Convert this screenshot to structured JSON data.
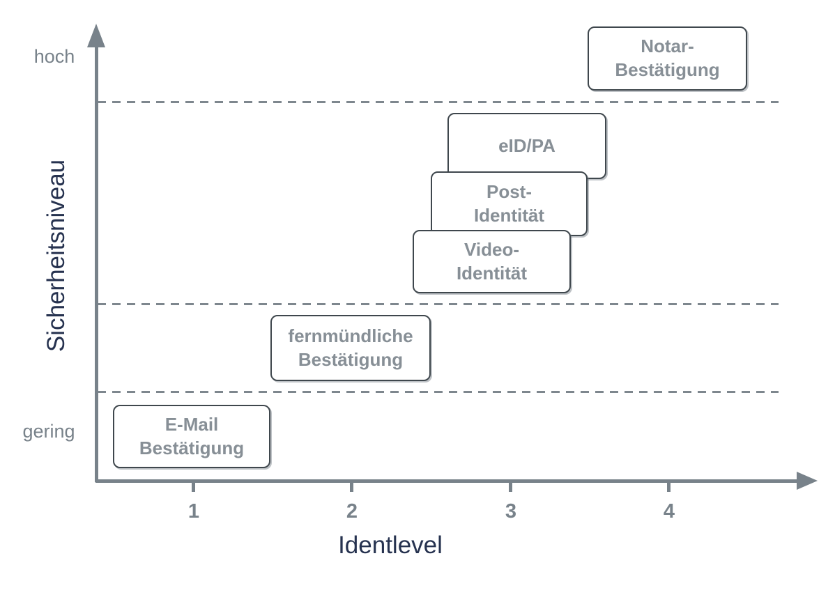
{
  "chart_data": {
    "type": "scatter",
    "title": "",
    "xlabel": "Identlevel",
    "ylabel": "Sicherheitsniveau",
    "x_ticks": [
      "1",
      "2",
      "3",
      "4"
    ],
    "y_qualitative_labels": {
      "high": "hoch",
      "low": "gering"
    },
    "x_range_shown": [
      0.4,
      4.7
    ],
    "security_bands_count": 4,
    "band_dividers_y_between_bands": [
      [
        1,
        2
      ],
      [
        2,
        3
      ],
      [
        3,
        4
      ]
    ],
    "methods": [
      {
        "label": "E-Mail\nBestätigung",
        "identlevel": 1.0,
        "security_band": 1
      },
      {
        "label": "fernmündliche\nBestätigung",
        "identlevel": 2.0,
        "security_band": 2
      },
      {
        "label": "Video-\nIdentität",
        "identlevel": 2.9,
        "security_band": 3
      },
      {
        "label": "Post-\nIdentität",
        "identlevel": 3.0,
        "security_band": 3
      },
      {
        "label": "eID/PA",
        "identlevel": 3.1,
        "security_band": 3
      },
      {
        "label": "Notar-\nBestätigung",
        "identlevel": 4.0,
        "security_band": 4
      }
    ],
    "legend": null,
    "grid": "horizontal-dashed-band-dividers"
  },
  "colors": {
    "background": "#ffffff",
    "axis_gray": "#78828a",
    "divider_gray": "#7e878e",
    "box_text_gray": "#878f96",
    "box_border": "#3f474d",
    "axis_title_navy": "#26324f"
  }
}
